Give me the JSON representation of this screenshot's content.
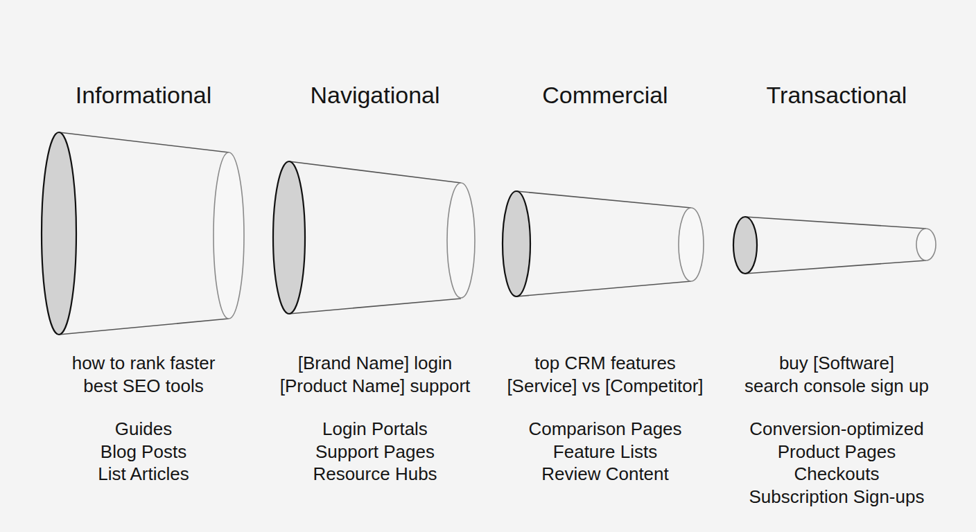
{
  "diagram": {
    "nodes": [
      {
        "text": [
          "Informational",
          "how to rank faster",
          "best SEO tools",
          "Guides",
          "Blog Posts",
          "List Articles"
        ]
      },
      {
        "text": [
          "Navigational",
          "[Brand Name] login",
          "[Product Name] support",
          "Login Portals",
          "Support Pages",
          "Resource Hubs"
        ]
      },
      {
        "text": [
          "Commercial",
          "top CRM features",
          "[Service] vs [Competitor]",
          "Comparison Pages",
          "Feature Lists",
          "Review Content"
        ]
      },
      {
        "text": [
          "Transactional",
          "buy [Software]",
          "search console sign up",
          "Conversion-optimized",
          "Product Pages",
          "Checkouts",
          "Subscription Sign-ups"
        ]
      }
    ]
  }
}
